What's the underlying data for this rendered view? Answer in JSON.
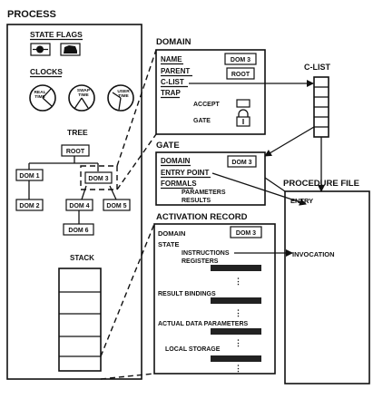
{
  "process": {
    "title": "PROCESS",
    "state_flags_label": "STATE FLAGS",
    "clocks_label": "CLOCKS",
    "clocks": [
      {
        "label_line1": "REAL",
        "label_line2": "TIME"
      },
      {
        "label_line1": "SWAP",
        "label_line2": "TIME"
      },
      {
        "label_line1": "USER",
        "label_line2": "TIME"
      }
    ],
    "tree_label": "TREE",
    "tree_nodes": {
      "root": "ROOT",
      "dom1": "DOM 1",
      "dom3": "DOM 3",
      "dom2": "DOM 2",
      "dom4": "DOM 4",
      "dom5": "DOM 5",
      "dom6": "DOM 6"
    },
    "stack_label": "STACK"
  },
  "domain": {
    "title": "DOMAIN",
    "name_label": "NAME",
    "name_value": "DOM 3",
    "parent_label": "PARENT",
    "parent_value": "ROOT",
    "clist_label": "C-LIST",
    "trap_label": "TRAP",
    "accept_label": "ACCEPT",
    "gate_label": "GATE"
  },
  "clist": {
    "title": "C-LIST"
  },
  "gate": {
    "title": "GATE",
    "domain_label": "DOMAIN",
    "domain_value": "DOM 3",
    "entry_point_label": "ENTRY POINT",
    "formals_label": "FORMALS",
    "parameters_label": "PARAMETERS",
    "results_label": "RESULTS"
  },
  "activation": {
    "title": "ACTIVATION RECORD",
    "domain_label": "DOMAIN",
    "domain_value": "DOM 3",
    "state_label": "STATE",
    "instructions_label": "INSTRUCTIONS",
    "registers_label": "REGISTERS",
    "result_bindings_label": "RESULT BINDINGS",
    "actual_params_label": "ACTUAL DATA PARAMETERS",
    "local_storage_label": "LOCAL STORAGE"
  },
  "procedure_file": {
    "title": "PROCEDURE FILE",
    "entry_label": "ENTRY",
    "invocation_label": "INVOCATION"
  }
}
